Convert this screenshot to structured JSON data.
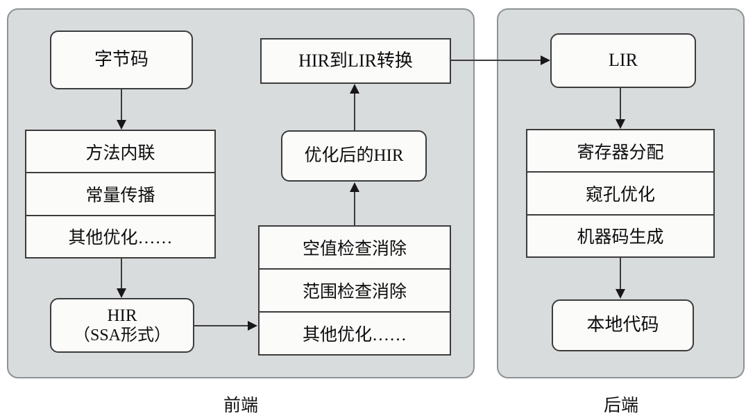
{
  "diagram": {
    "title": "JIT compiler front-end / back-end pipeline",
    "colors": {
      "panel_fill": "#d9dcdd",
      "panel_border": "#8d9294",
      "node_fill": "#fbfbfa",
      "node_border": "#3b3b3b",
      "arrow": "#171717",
      "text": "#0d0d0d",
      "background": "#ffffff"
    }
  },
  "frontend": {
    "caption": "前端",
    "bytecode": "字节码",
    "hir_optimizations": [
      "方法内联",
      "常量传播",
      "其他优化……"
    ],
    "hir_ssa_line1": "HIR",
    "hir_ssa_line2": "（SSA形式）",
    "hir_checks": [
      "空值检查消除",
      "范围检查消除",
      "其他优化……"
    ],
    "optimized_hir": "优化后的HIR",
    "hir_to_lir": "HIR到LIR转换"
  },
  "backend": {
    "caption": "后端",
    "lir": "LIR",
    "lir_stages": [
      "寄存器分配",
      "窥孔优化",
      "机器码生成"
    ],
    "native_code": "本地代码"
  }
}
